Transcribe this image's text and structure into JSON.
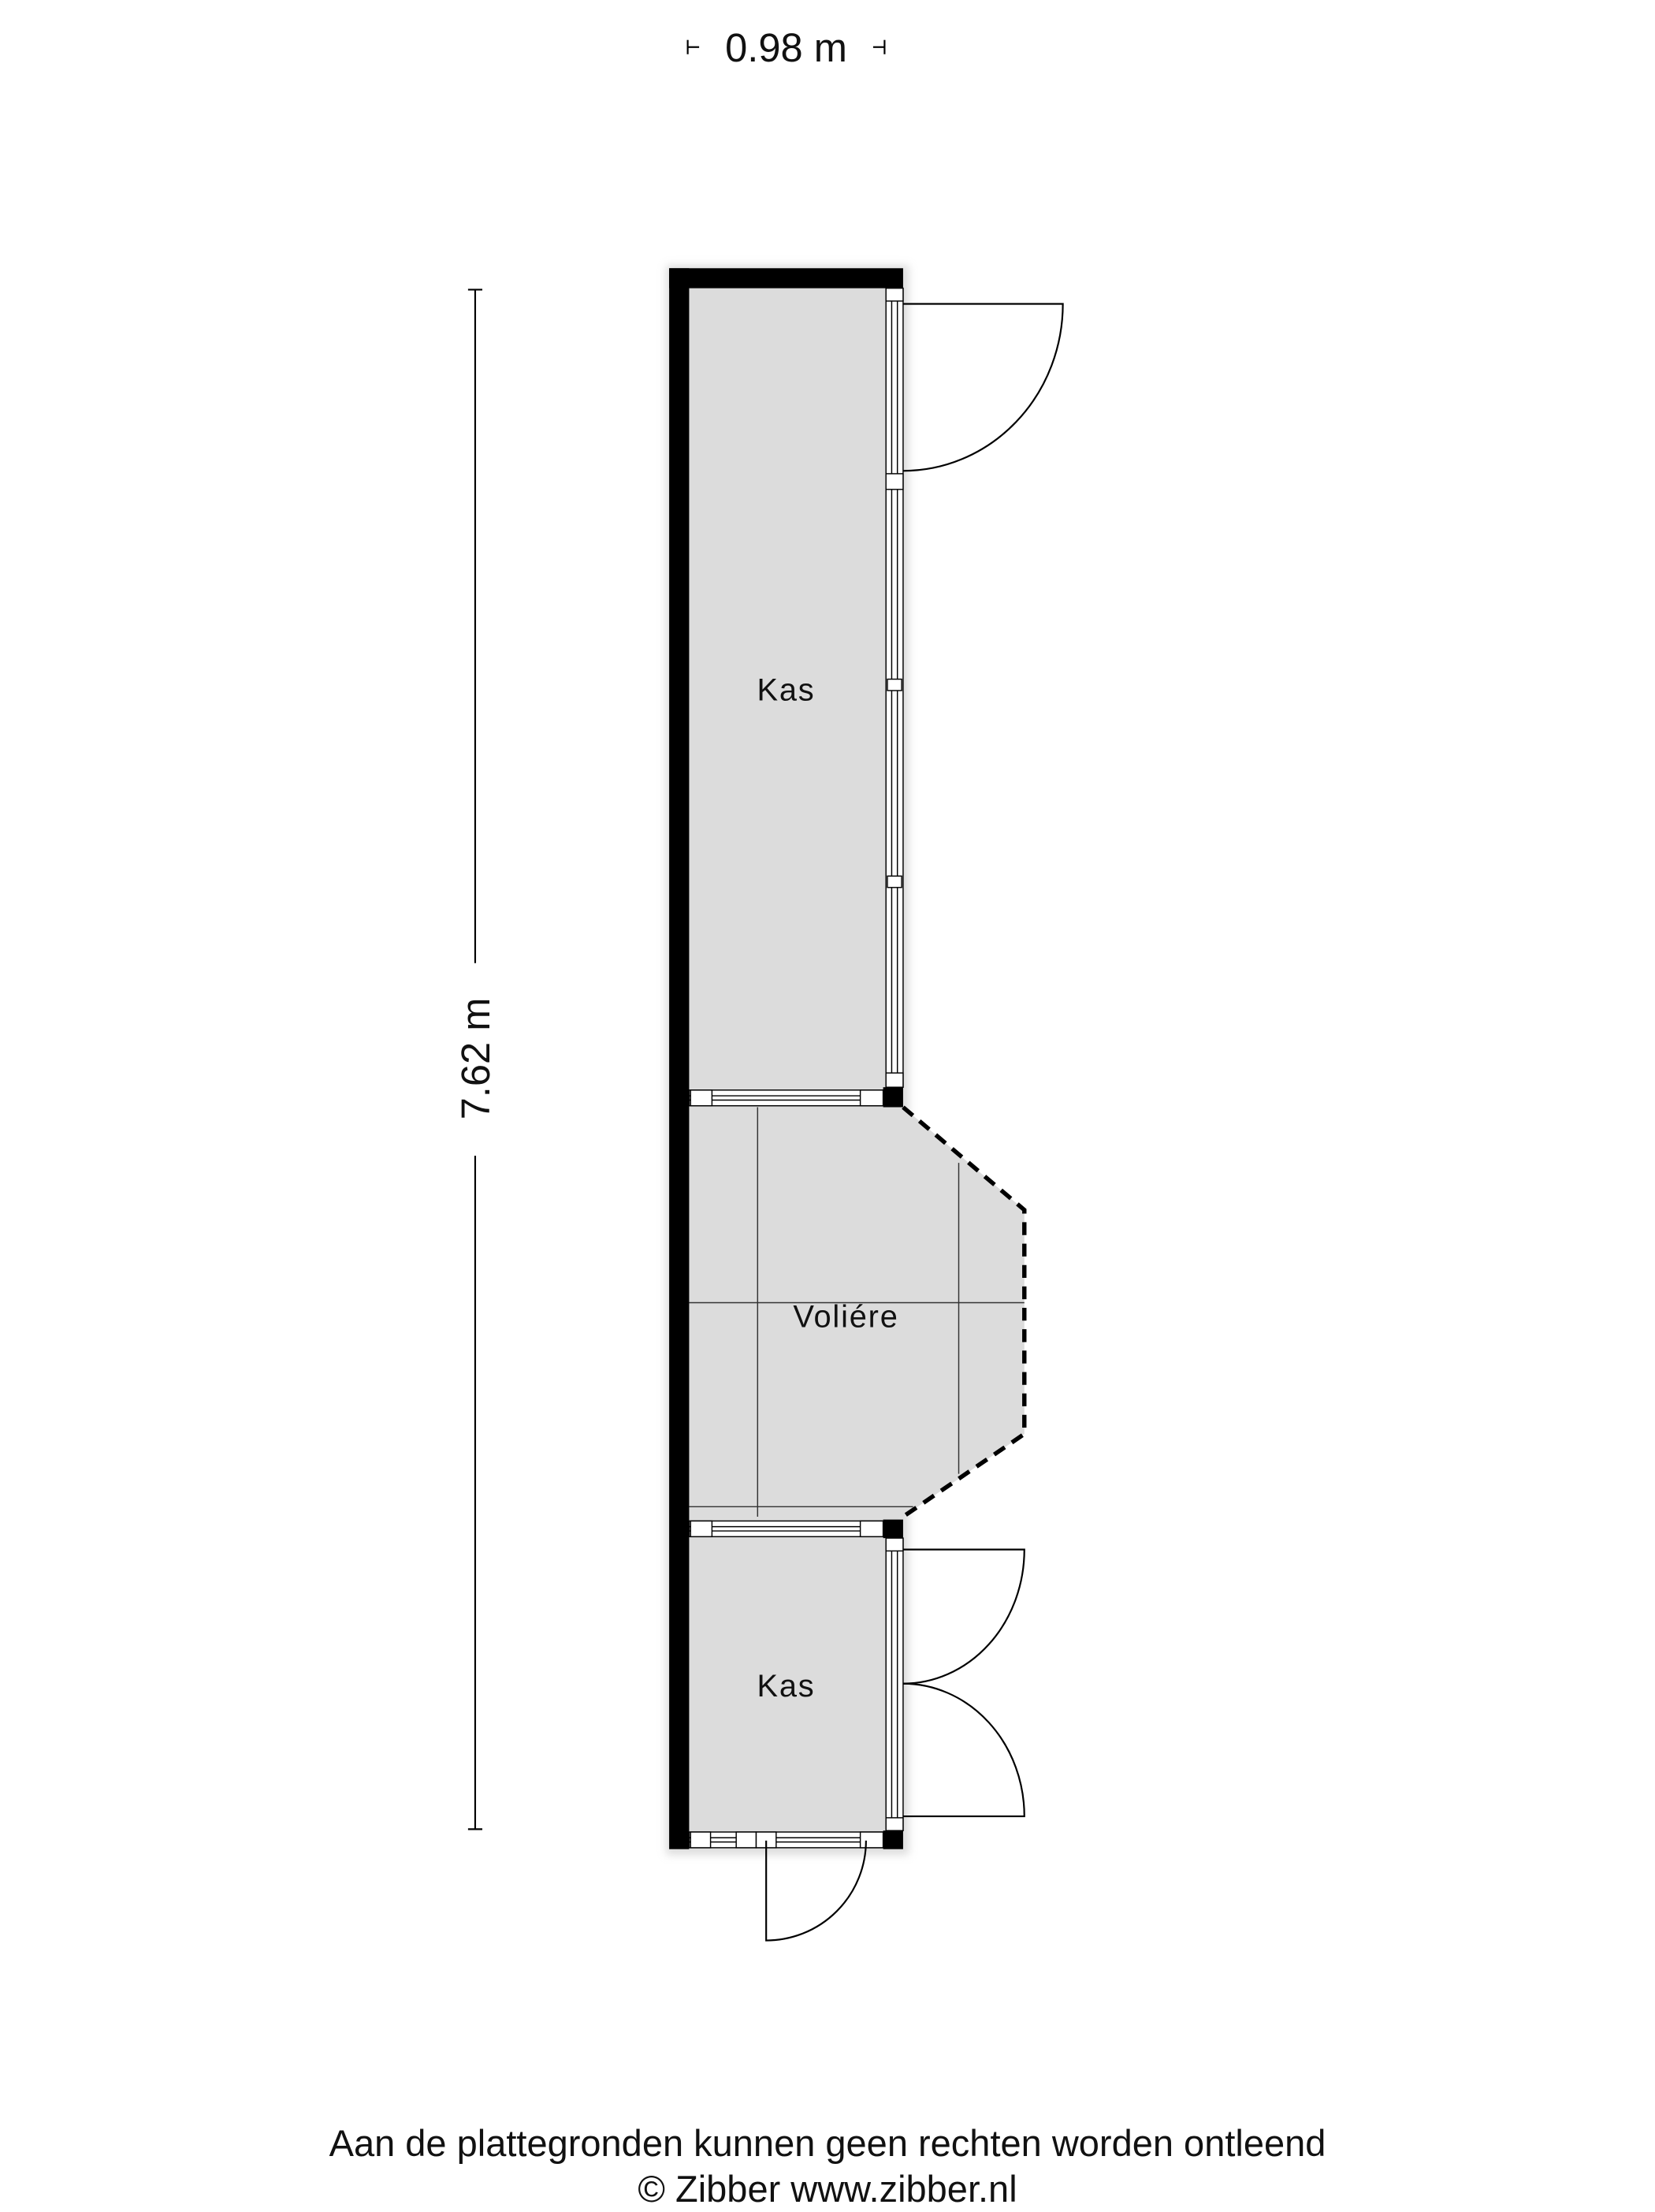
{
  "dimensions": {
    "width_label": "0.98 m",
    "height_label": "7.62 m"
  },
  "rooms": [
    {
      "name": "Kas"
    },
    {
      "name": "Voliére"
    },
    {
      "name": "Kas"
    }
  ],
  "footer": {
    "disclaimer": "Aan de plattegronden kunnen geen rechten worden ontleend",
    "copyright": "© Zibber www.zibber.nl"
  },
  "colors": {
    "floor": "#dcdcdc",
    "wall": "#000000",
    "background": "#ffffff"
  }
}
